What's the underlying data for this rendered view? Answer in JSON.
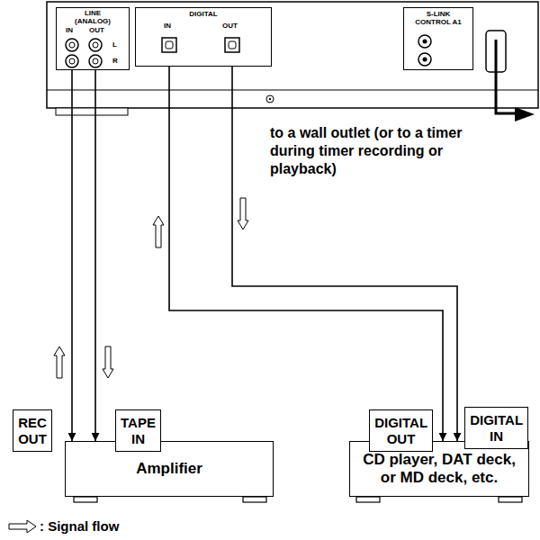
{
  "diagram": {
    "nodes": [
      {
        "text": [
          "LINE",
          "(ANALOG)",
          "IN",
          "OUT",
          "L",
          "R"
        ]
      },
      {
        "text": [
          "DIGITAL",
          "IN",
          "OUT"
        ]
      },
      {
        "text": [
          "S-LINK",
          "CONTROL A1"
        ]
      },
      {
        "text": [
          "Amplifier"
        ]
      },
      {
        "text": [
          "CD player, DAT deck, or MD deck, etc."
        ]
      },
      {
        "text": [
          "REC OUT"
        ]
      },
      {
        "text": [
          "TAPE IN"
        ]
      },
      {
        "text": [
          "DIGITAL OUT"
        ]
      },
      {
        "text": [
          "DIGITAL IN"
        ]
      }
    ],
    "edges": [
      {
        "from": 0,
        "to": 3,
        "arrow": "to"
      },
      {
        "from": 0,
        "to": 3,
        "arrow": "to"
      },
      {
        "from": 1,
        "to": 4,
        "arrow": "to"
      },
      {
        "from": 1,
        "to": 4,
        "arrow": "to"
      }
    ],
    "labels": [
      "to a wall outlet (or to a timer during timer recording or playback)"
    ],
    "legend": [
      {
        "text": ": Signal flow"
      }
    ]
  }
}
